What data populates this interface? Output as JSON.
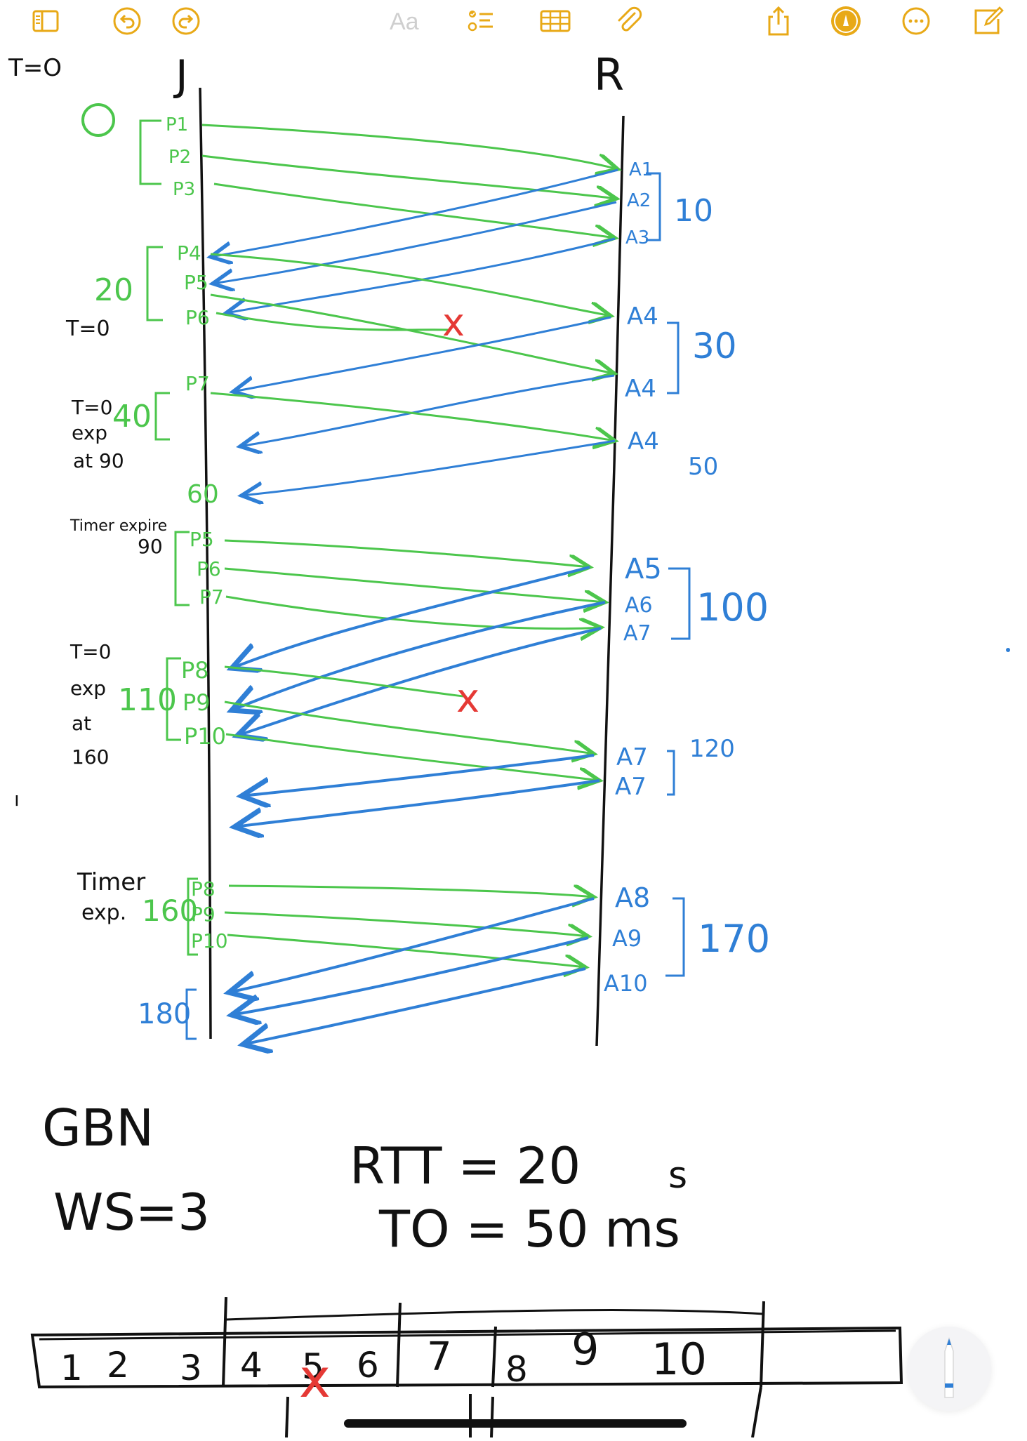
{
  "toolbar": {
    "format_label": "Aa",
    "accent_color": "#e8a917",
    "icons": [
      "sidebar-icon",
      "undo-icon",
      "redo-icon",
      "format-text-icon",
      "checklist-icon",
      "table-icon",
      "attachment-icon",
      "share-icon",
      "markup-pen-icon",
      "more-icon",
      "compose-icon"
    ]
  },
  "colors": {
    "ink_black": "#111111",
    "ink_green": "#4cc64c",
    "ink_blue": "#2f7fd6",
    "ink_red": "#e53935"
  },
  "note": {
    "top_left_label": "T=O",
    "sender_label": "J",
    "receiver_label": "R",
    "start_marker": "O",
    "packets_round1": [
      "P1",
      "P2",
      "P3"
    ],
    "acks_round1": [
      "A1",
      "A2",
      "A3"
    ],
    "ack_time_round1": "10",
    "send_time_round2": "20",
    "timer_reset_1": "T=0",
    "packets_round2": [
      "P4",
      "P5",
      "P6"
    ],
    "acks_round2": [
      "A4",
      "A4"
    ],
    "ack_time_round2": "30",
    "timer_note_40": [
      "T=0",
      "exp",
      "at 90"
    ],
    "send_time_40": "40",
    "packet_p7": "P7",
    "ack_a4_third": "A4",
    "ack_time_50": "50",
    "time_60": "60",
    "timer_expire_90": [
      "Timer expire",
      "90"
    ],
    "packets_round3": [
      "P5",
      "P6",
      "P7"
    ],
    "acks_round3": [
      "A5",
      "A6",
      "A7"
    ],
    "ack_time_round3": "100",
    "timer_note_110": [
      "T=0",
      "exp",
      "at",
      "160"
    ],
    "send_time_110": "110",
    "packets_round4": [
      "P8",
      "P9",
      "P10"
    ],
    "acks_round4": [
      "A7",
      "A7"
    ],
    "ack_time_round4": "120",
    "timer_expire_160": [
      "Timer",
      "exp.",
      "160"
    ],
    "packets_round5": [
      "P8",
      "P9",
      "P10"
    ],
    "acks_round5": [
      "A8",
      "A9",
      "A10"
    ],
    "ack_time_round5": "170",
    "time_180": "180",
    "protocol": "GBN",
    "window_size": "WS=3",
    "rtt": "RTT = 20",
    "rtt_unit": "s",
    "timeout": "TO = 50 ms",
    "sequence_cells": [
      "1",
      "2",
      "3",
      "4",
      "5",
      "6",
      "7",
      "8",
      "9",
      "10"
    ]
  }
}
